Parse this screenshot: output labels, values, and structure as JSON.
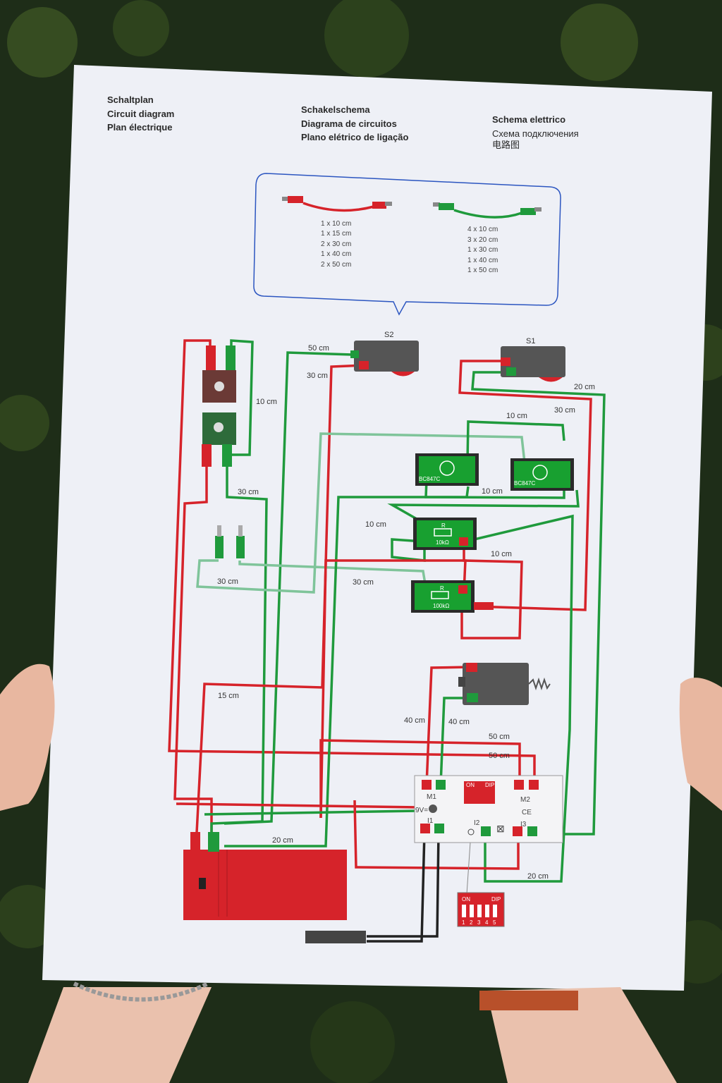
{
  "header": {
    "left": [
      "Schaltplan",
      "Circuit diagram",
      "Plan électrique"
    ],
    "center": [
      "Schakelschema",
      "Diagrama de circuitos",
      "Plano elétrico de ligação"
    ],
    "right": [
      "Schema elettrico",
      "Схема подключения",
      "电路图"
    ]
  },
  "cables": {
    "red": [
      "1 x 10 cm",
      "1 x 15 cm",
      "2 x 30 cm",
      "1 x 40 cm",
      "2 x 50 cm"
    ],
    "green": [
      "4 x 10 cm",
      "3 x 20 cm",
      "1 x 30 cm",
      "1 x 40 cm",
      "1 x 50 cm"
    ]
  },
  "components": {
    "s2": "S2",
    "s1": "S1",
    "t1": "BC847C",
    "t2": "BC847C",
    "r1_label": "R",
    "r1_value": "10kΩ",
    "r2_label": "R",
    "r2_value": "100kΩ",
    "m1": "M1",
    "m2": "M2",
    "i1": "I1",
    "i2": "I2",
    "i3": "I3",
    "voltage": "9V=",
    "ce": "CE",
    "dip_on": "ON",
    "dip_label": "DIP",
    "dip_numbers": [
      "1",
      "2",
      "3",
      "4",
      "5"
    ]
  },
  "wire_labels": [
    "50 cm",
    "30 cm",
    "20 cm",
    "30 cm",
    "10 cm",
    "10 cm",
    "10 cm",
    "30 cm",
    "10 cm",
    "10 cm",
    "30 cm",
    "30 cm",
    "15 cm",
    "40 cm",
    "40 cm",
    "50 cm",
    "50 cm",
    "20 cm",
    "20 cm"
  ]
}
